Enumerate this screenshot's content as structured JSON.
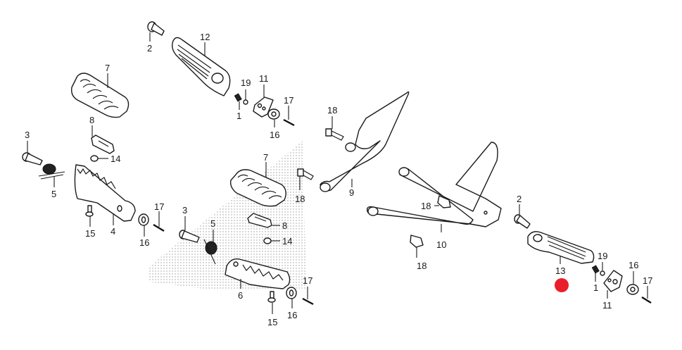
{
  "diagram": {
    "type": "exploded-parts-diagram",
    "subject": "motorcycle footpeg / step bracket assembly",
    "highlight_color": "#e8202a",
    "highlighted_part": "13",
    "callouts": [
      {
        "id": "c-2-top",
        "label": "2"
      },
      {
        "id": "c-12",
        "label": "12"
      },
      {
        "id": "c-7-top",
        "label": "7"
      },
      {
        "id": "c-19-top",
        "label": "19"
      },
      {
        "id": "c-11-top",
        "label": "11"
      },
      {
        "id": "c-1-top",
        "label": "1"
      },
      {
        "id": "c-17-top",
        "label": "17"
      },
      {
        "id": "c-16-top",
        "label": "16"
      },
      {
        "id": "c-8-left",
        "label": "8"
      },
      {
        "id": "c-3-left",
        "label": "3"
      },
      {
        "id": "c-14-left",
        "label": "14"
      },
      {
        "id": "c-5-left",
        "label": "5"
      },
      {
        "id": "c-15-left",
        "label": "15"
      },
      {
        "id": "c-4",
        "label": "4"
      },
      {
        "id": "c-16-mid",
        "label": "16"
      },
      {
        "id": "c-17-mid",
        "label": "17"
      },
      {
        "id": "c-18-a",
        "label": "18"
      },
      {
        "id": "c-9",
        "label": "9"
      },
      {
        "id": "c-7-mid",
        "label": "7"
      },
      {
        "id": "c-18-b",
        "label": "18"
      },
      {
        "id": "c-3-mid",
        "label": "3"
      },
      {
        "id": "c-5-mid",
        "label": "5"
      },
      {
        "id": "c-8-mid",
        "label": "8"
      },
      {
        "id": "c-14-mid",
        "label": "14"
      },
      {
        "id": "c-6",
        "label": "6"
      },
      {
        "id": "c-17-low",
        "label": "17"
      },
      {
        "id": "c-16-low",
        "label": "16"
      },
      {
        "id": "c-15-low",
        "label": "15"
      },
      {
        "id": "c-18-c",
        "label": "18"
      },
      {
        "id": "c-10",
        "label": "10"
      },
      {
        "id": "c-18-d",
        "label": "18"
      },
      {
        "id": "c-2-right",
        "label": "2"
      },
      {
        "id": "c-13",
        "label": "13"
      },
      {
        "id": "c-19-right",
        "label": "19"
      },
      {
        "id": "c-1-right",
        "label": "1"
      },
      {
        "id": "c-11-right",
        "label": "11"
      },
      {
        "id": "c-16-right",
        "label": "16"
      },
      {
        "id": "c-17-right",
        "label": "17"
      }
    ]
  }
}
